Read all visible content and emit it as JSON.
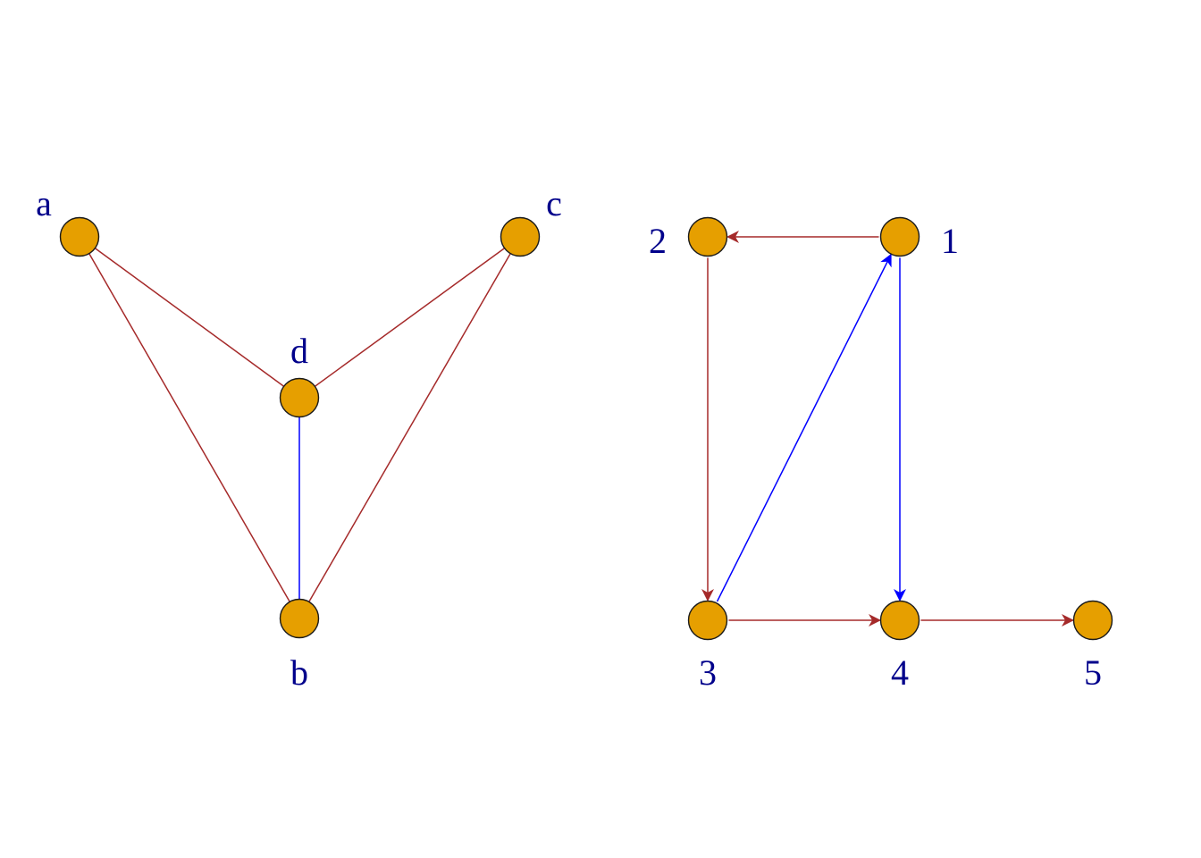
{
  "colors": {
    "node_fill": "#E69F00",
    "label": "#00008B",
    "edge_default": "#A52A2A",
    "edge_highlight": "#0000FF"
  },
  "undirected_graph": {
    "nodes": [
      {
        "id": "a",
        "label": "a"
      },
      {
        "id": "c",
        "label": "c"
      },
      {
        "id": "d",
        "label": "d"
      },
      {
        "id": "b",
        "label": "b"
      }
    ],
    "edges": [
      {
        "from": "a",
        "to": "d",
        "color": "#A52A2A"
      },
      {
        "from": "a",
        "to": "b",
        "color": "#A52A2A"
      },
      {
        "from": "c",
        "to": "d",
        "color": "#A52A2A"
      },
      {
        "from": "c",
        "to": "b",
        "color": "#A52A2A"
      },
      {
        "from": "d",
        "to": "b",
        "color": "#0000FF"
      }
    ]
  },
  "directed_graph": {
    "nodes": [
      {
        "id": "1",
        "label": "1"
      },
      {
        "id": "2",
        "label": "2"
      },
      {
        "id": "3",
        "label": "3"
      },
      {
        "id": "4",
        "label": "4"
      },
      {
        "id": "5",
        "label": "5"
      }
    ],
    "edges": [
      {
        "from": "1",
        "to": "2",
        "color": "#A52A2A"
      },
      {
        "from": "2",
        "to": "3",
        "color": "#A52A2A"
      },
      {
        "from": "3",
        "to": "1",
        "color": "#0000FF"
      },
      {
        "from": "1",
        "to": "4",
        "color": "#0000FF"
      },
      {
        "from": "3",
        "to": "4",
        "color": "#A52A2A"
      },
      {
        "from": "4",
        "to": "5",
        "color": "#A52A2A"
      }
    ]
  }
}
